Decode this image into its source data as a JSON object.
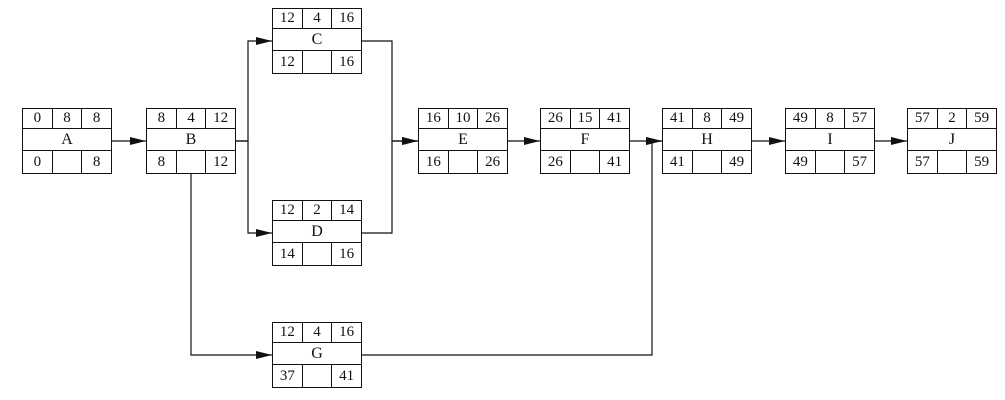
{
  "nodes": [
    {
      "id": "A",
      "es": "0",
      "dur": "8",
      "ef": "8",
      "ls": "0",
      "slack": "",
      "lf": "8"
    },
    {
      "id": "B",
      "es": "8",
      "dur": "4",
      "ef": "12",
      "ls": "8",
      "slack": "",
      "lf": "12"
    },
    {
      "id": "C",
      "es": "12",
      "dur": "4",
      "ef": "16",
      "ls": "12",
      "slack": "",
      "lf": "16"
    },
    {
      "id": "D",
      "es": "12",
      "dur": "2",
      "ef": "14",
      "ls": "14",
      "slack": "",
      "lf": "16"
    },
    {
      "id": "G",
      "es": "12",
      "dur": "4",
      "ef": "16",
      "ls": "37",
      "slack": "",
      "lf": "41"
    },
    {
      "id": "E",
      "es": "16",
      "dur": "10",
      "ef": "26",
      "ls": "16",
      "slack": "",
      "lf": "26"
    },
    {
      "id": "F",
      "es": "26",
      "dur": "15",
      "ef": "41",
      "ls": "26",
      "slack": "",
      "lf": "41"
    },
    {
      "id": "H",
      "es": "41",
      "dur": "8",
      "ef": "49",
      "ls": "41",
      "slack": "",
      "lf": "49"
    },
    {
      "id": "I",
      "es": "49",
      "dur": "8",
      "ef": "57",
      "ls": "49",
      "slack": "",
      "lf": "57"
    },
    {
      "id": "J",
      "es": "57",
      "dur": "2",
      "ef": "59",
      "ls": "57",
      "slack": "",
      "lf": "59"
    }
  ],
  "edges": [
    {
      "from": "A",
      "to": "B"
    },
    {
      "from": "B",
      "to": "C"
    },
    {
      "from": "B",
      "to": "D"
    },
    {
      "from": "B",
      "to": "G"
    },
    {
      "from": "C",
      "to": "E"
    },
    {
      "from": "D",
      "to": "E"
    },
    {
      "from": "E",
      "to": "F"
    },
    {
      "from": "F",
      "to": "H"
    },
    {
      "from": "G",
      "to": "H"
    },
    {
      "from": "H",
      "to": "I"
    },
    {
      "from": "I",
      "to": "J"
    }
  ],
  "colors": {
    "line": "#111111",
    "box_fill": "#ffffff"
  }
}
